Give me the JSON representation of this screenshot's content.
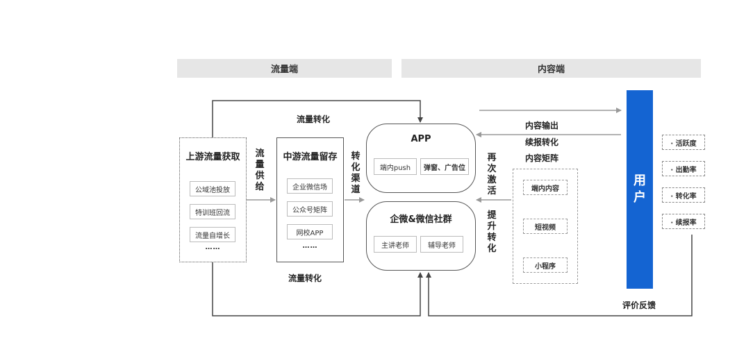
{
  "headers": {
    "traffic": "流量端",
    "content": "内容端"
  },
  "upstream": {
    "title": "上游流量获取",
    "items": [
      "公域池投放",
      "特训班回流",
      "流量自增长"
    ],
    "more": "……"
  },
  "midstream": {
    "title": "中游流量留存",
    "items": [
      "企业微信场",
      "公众号矩阵",
      "网校APP"
    ],
    "more": "……"
  },
  "labels": {
    "supply": "流量供给",
    "channel": "转化渠道",
    "top_conversion": "流量转化",
    "bottom_conversion": "流量转化",
    "content_output": "内容输出",
    "renewal_conversion": "续报转化",
    "content_matrix": "内容矩阵",
    "reactivate": "再次激活",
    "improve_conversion": "提升转化",
    "feedback": "评价反馈"
  },
  "app": {
    "title": "APP",
    "items": [
      "端内push",
      "弹窗、广告位"
    ]
  },
  "wechat": {
    "title": "企微&微信社群",
    "items": [
      "主讲老师",
      "辅导老师"
    ]
  },
  "content_stack": [
    "端内内容",
    "短视频",
    "小程序"
  ],
  "user": {
    "label": "用户",
    "color": "#1464d2"
  },
  "metrics": [
    "· 活跃度",
    "· 出勤率",
    "· 转化率",
    "· 续报率"
  ]
}
